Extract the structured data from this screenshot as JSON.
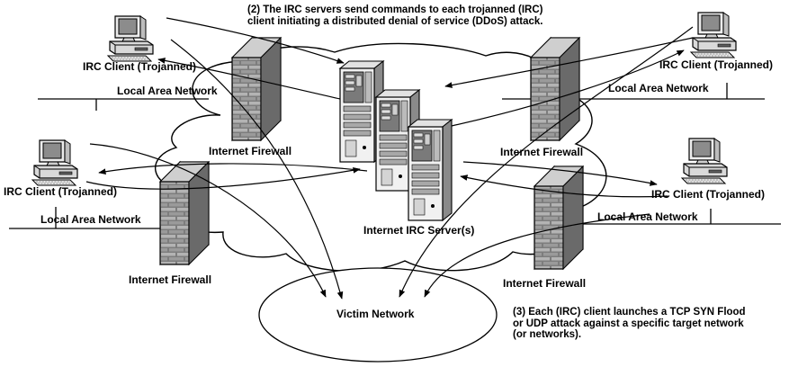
{
  "labels": {
    "client_top_left": "IRC Client (Trojanned)",
    "client_top_right": "IRC Client (Trojanned)",
    "client_mid_left": "IRC Client (Trojanned)",
    "client_mid_right": "IRC Client (Trojanned)",
    "lan_top_left": "Local Area Network",
    "lan_top_right": "Local Area Network",
    "lan_mid_left": "Local Area Network",
    "lan_mid_right": "Local Area Network",
    "firewall_top_left": "Internet Firewall",
    "firewall_top_right": "Internet Firewall",
    "firewall_bottom_left": "Internet Firewall",
    "firewall_bottom_right": "Internet Firewall",
    "servers": "Internet IRC Server(s)",
    "victim": "Victim Network"
  },
  "notes": {
    "step2": [
      "(2) The IRC servers send commands to each trojanned (IRC)",
      "client initiating a distributed denial of service (DDoS) attack."
    ],
    "step3": [
      "(3) Each (IRC) client launches a TCP SYN Flood",
      "or UDP attack against a specific target network",
      "(or networks)."
    ]
  },
  "icons": [
    "computer-icon",
    "firewall-icon",
    "server-tower-icon",
    "cloud-icon"
  ],
  "colors": {
    "ink": "#000000",
    "background": "#ffffff",
    "shade_light": "#d9d9d9",
    "shade_mid": "#a6a6a6",
    "shade_dark": "#5f5f5f"
  }
}
